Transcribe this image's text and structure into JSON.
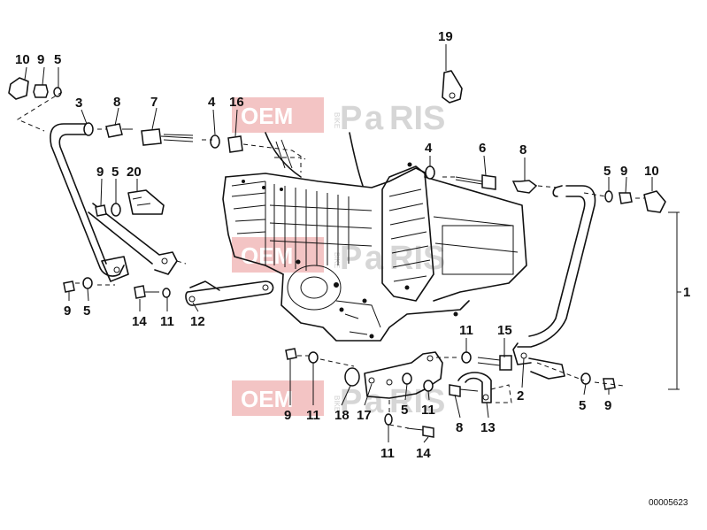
{
  "watermark": {
    "oem": "OEM",
    "bike": "BIKE",
    "parts_a": "P",
    "parts_b": "a",
    "parts_c": "RIS"
  },
  "document_id": "00005623",
  "callouts": [
    "10",
    "9",
    "5",
    "3",
    "8",
    "7",
    "4",
    "16",
    "19",
    "9",
    "5",
    "20",
    "4",
    "6",
    "8",
    "5",
    "9",
    "10",
    "1",
    "9",
    "5",
    "14",
    "11",
    "12",
    "11",
    "15",
    "2",
    "9",
    "11",
    "18",
    "17",
    "5",
    "11",
    "8",
    "13",
    "5",
    "9",
    "11",
    "14"
  ]
}
